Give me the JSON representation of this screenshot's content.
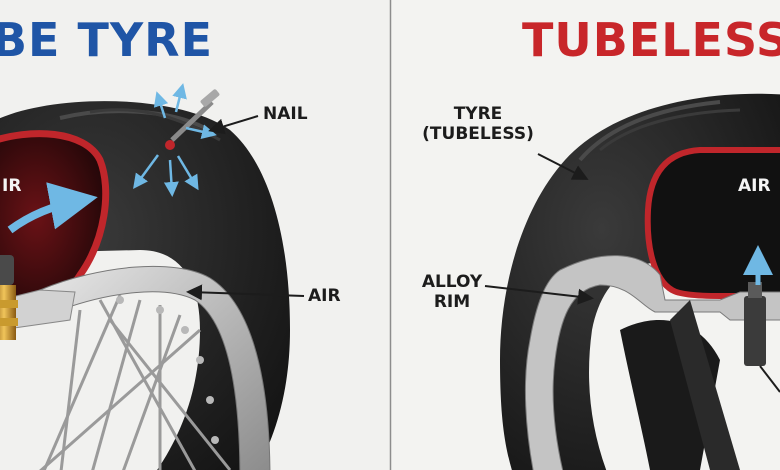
{
  "left_panel": {
    "title": "BE TYRE",
    "labels": {
      "nail": "NAIL",
      "air_inside": "IR",
      "air_rim": "AIR"
    }
  },
  "right_panel": {
    "title": "TUBELESS",
    "labels": {
      "tyre_line1": "TYRE",
      "tyre_line2": "(TUBELESS)",
      "air_inside": "AIR",
      "rim_line1": "ALLOY",
      "rim_line2": "RIM"
    }
  },
  "colors": {
    "left_title": "#1f55a6",
    "right_title": "#c8262a",
    "tube": "#c0262b",
    "tyre": "#202020",
    "arrow": "#6fb8e4"
  },
  "icons": [
    "nail-icon",
    "valve-stem-icon",
    "air-leak-arrows-icon",
    "air-flow-arrow-icon"
  ]
}
